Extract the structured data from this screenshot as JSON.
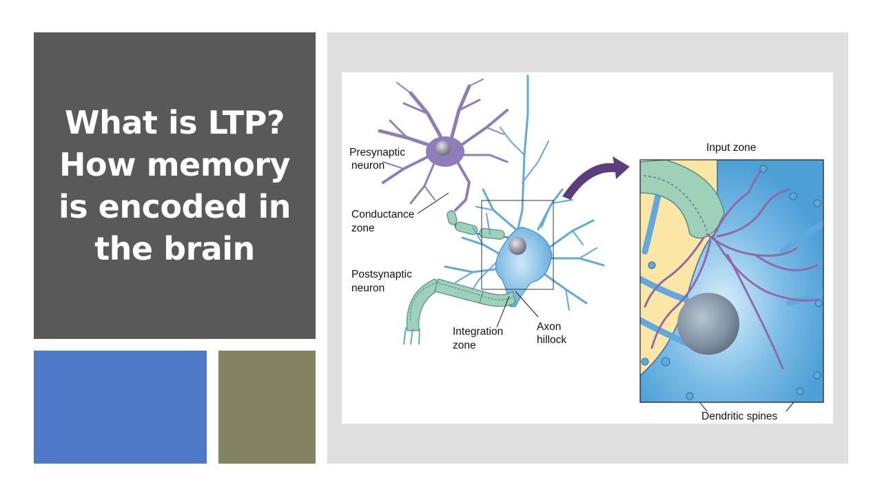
{
  "slide": {
    "title_lines": [
      "What is LTP?",
      "How memory",
      "is encoded in",
      "the brain"
    ]
  },
  "figure": {
    "labels": {
      "presynaptic_line1": "Presynaptic",
      "presynaptic_line2": "neuron",
      "conductance_line1": "Conductance",
      "conductance_line2": "zone",
      "postsynaptic_line1": "Postsynaptic",
      "postsynaptic_line2": "neuron",
      "integration_line1": "Integration",
      "integration_line2": "zone",
      "axon_line1": "Axon",
      "axon_line2": "hillock",
      "input_zone": "Input zone",
      "dendritic_spines": "Dendritic spines"
    }
  },
  "colors": {
    "title_panel": "#595959",
    "blue_block": "#4e79c6",
    "olive_block": "#838262",
    "figure_panel": "#dfdfdf",
    "neuron_blue": "#5fa9dc",
    "neuron_purple": "#8e7db8",
    "myelin_green": "#9fd1b9",
    "inset_background": "#fbe6a6"
  }
}
